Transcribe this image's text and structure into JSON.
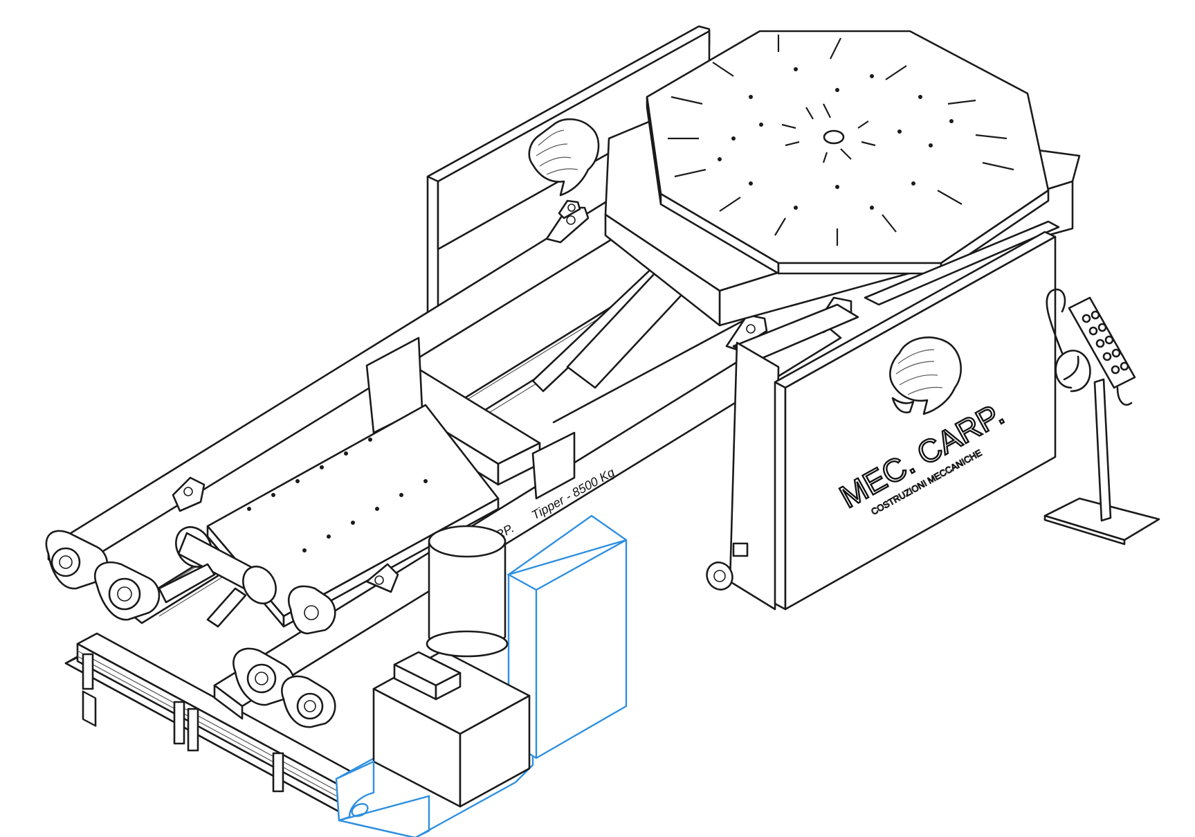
{
  "drawing": {
    "brand_name": "MEC. CARP.",
    "brand_subtitle": "COSTRUZIONI MECCANICHE",
    "side_label": "Tipper - 8500 Kg",
    "side_label_prefix": "RP."
  },
  "colors": {
    "line": "#1a1a1a",
    "highlight": "#2f8fe0",
    "background": "#ffffff"
  },
  "icons": {
    "logo": "lion-head-icon",
    "pendant": "remote-control-pendant-icon"
  }
}
